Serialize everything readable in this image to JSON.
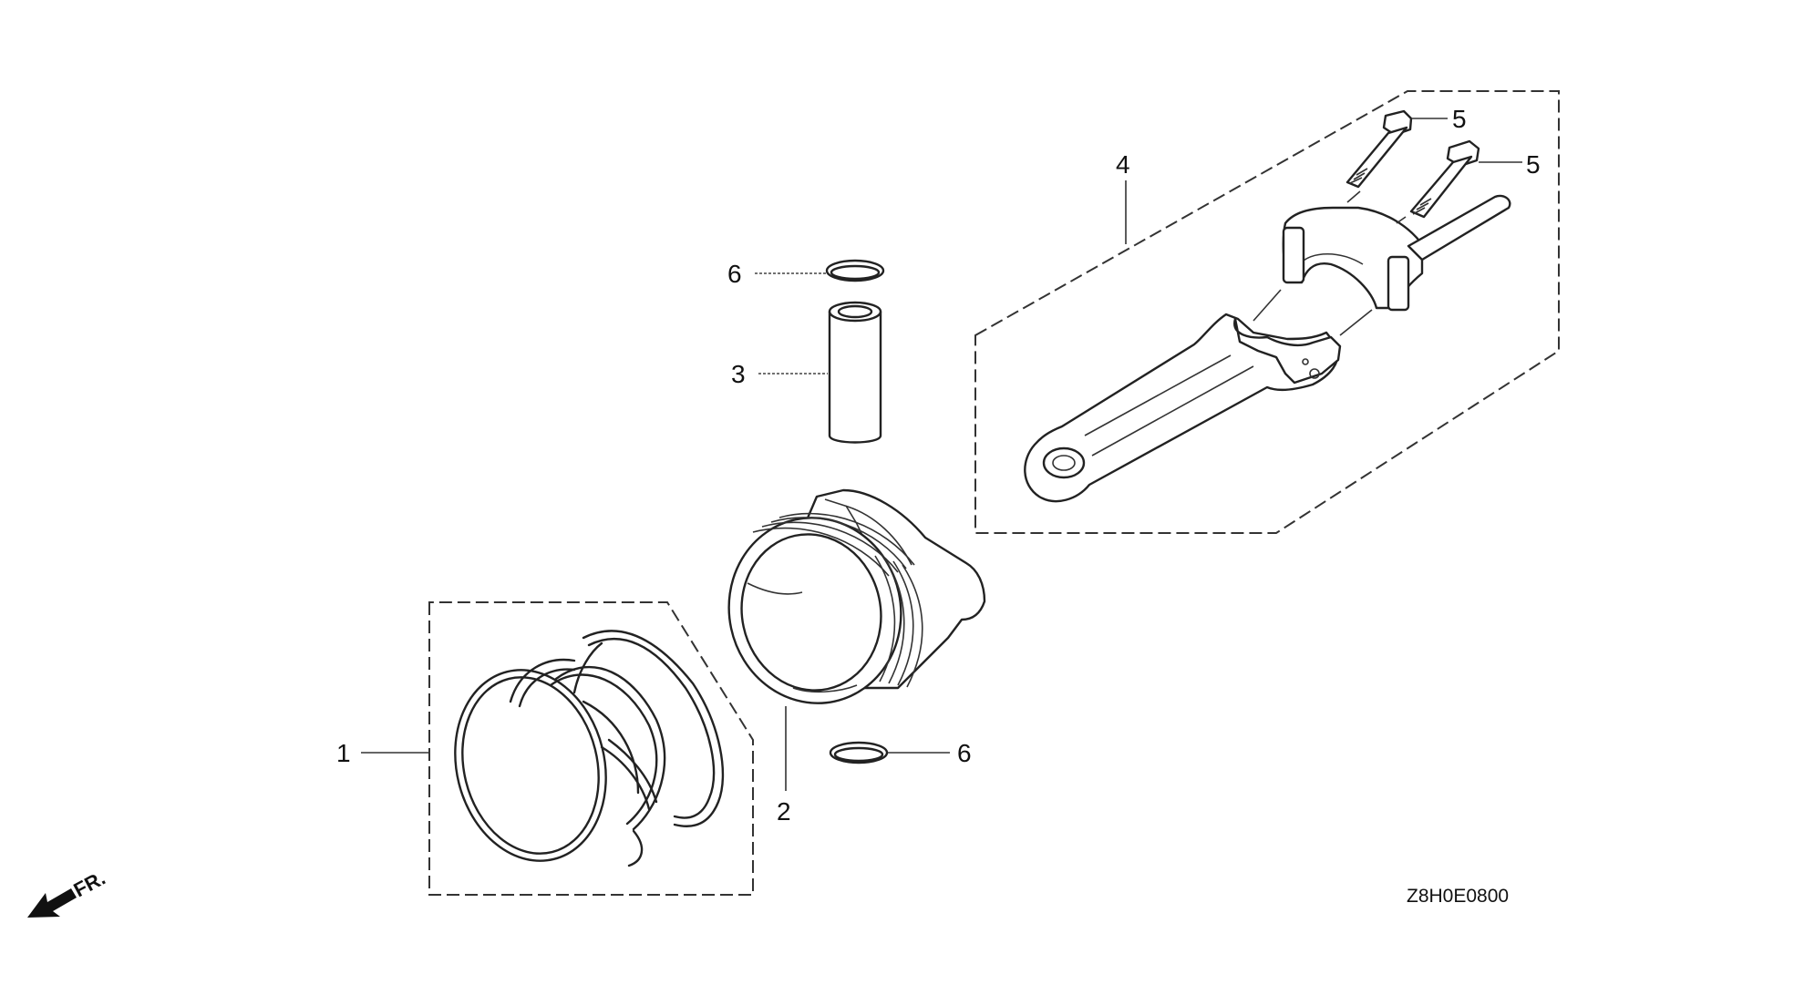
{
  "callouts": {
    "piston_ring_set": "1",
    "piston": "2",
    "piston_pin": "3",
    "connecting_rod": "4",
    "rod_bolt_upper": "5",
    "rod_bolt_lower": "5",
    "clip_upper": "6",
    "clip_lower": "6"
  },
  "direction_label": "FR.",
  "diagram_code": "Z8H0E0800"
}
